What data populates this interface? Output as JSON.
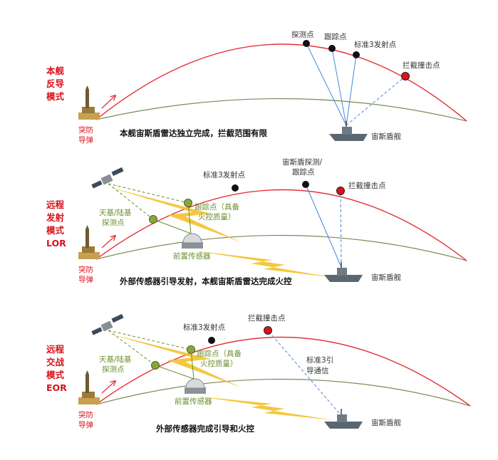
{
  "colors": {
    "mode_red": "#d9121b",
    "trajectory": "#e4323a",
    "earth": "#7b8a55",
    "link_blue": "#4a86d8",
    "bolt": "#f2c12e",
    "sensor_green": "#8aa63a"
  },
  "panels": [
    {
      "mode_lines": [
        "本舰",
        "反导",
        "模式"
      ],
      "missile_label_lines": [
        "突防",
        "导弹"
      ],
      "points": {
        "detect": "探测点",
        "track": "跟踪点",
        "launch": "标准3发射点",
        "intercept": "拦截撞击点"
      },
      "ship_label": "宙斯盾舰",
      "caption": "本舰宙斯盾雷达独立完成，拦截范围有限"
    },
    {
      "mode_lines": [
        "远程",
        "发射",
        "模式",
        "LOR"
      ],
      "missile_label_lines": [
        "突防",
        "导弹"
      ],
      "sensor_detect_lines": [
        "天基/陆基",
        "探测点"
      ],
      "sensor_track_lines": [
        "跟踪点（具备",
        "火控质量）"
      ],
      "forward_sensor": "前置传感器",
      "points": {
        "launch": "标准3发射点",
        "aegis_track_lines": [
          "宙斯盾探测/",
          "跟踪点"
        ],
        "intercept": "拦截撞击点"
      },
      "ship_label": "宙斯盾舰",
      "caption": "外部传感器引导发射，本舰宙斯盾雷达完成火控"
    },
    {
      "mode_lines": [
        "远程",
        "交战",
        "模式",
        "EOR"
      ],
      "missile_label_lines": [
        "突防",
        "导弹"
      ],
      "sensor_detect_lines": [
        "天基/陆基",
        "探测点"
      ],
      "sensor_track_lines": [
        "跟踪点（具备",
        "火控质量）"
      ],
      "forward_sensor": "前置传感器",
      "points": {
        "launch": "标准3发射点",
        "intercept": "拦截撞击点"
      },
      "guidance_lines": [
        "标准3引",
        "导通信"
      ],
      "ship_label": "宙斯盾舰",
      "caption": "外部传感器完成引导和火控"
    }
  ]
}
